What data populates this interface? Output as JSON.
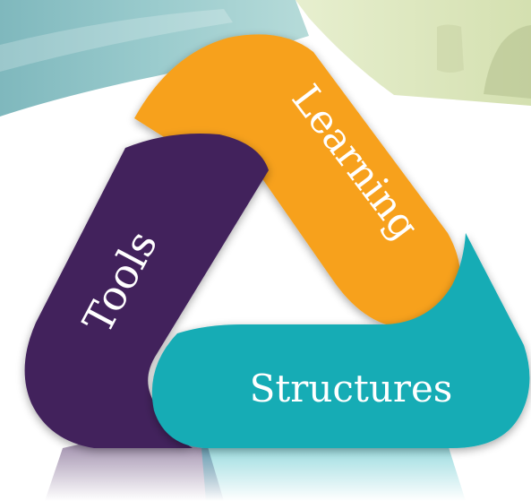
{
  "diagram": {
    "segments": [
      {
        "id": "learning",
        "label": "Learning",
        "color": "#f7a11f"
      },
      {
        "id": "tools",
        "label": "Tools",
        "color": "#43215c"
      },
      {
        "id": "structures",
        "label": "Structures",
        "color": "#13acb5"
      }
    ],
    "background": {
      "teal_band": "#8fc3c6",
      "sage_panel": "#dce6bc"
    }
  }
}
